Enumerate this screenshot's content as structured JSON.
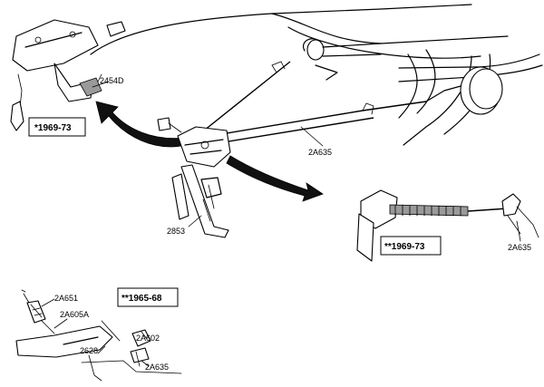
{
  "labels": {
    "part_2454D": "2454D",
    "part_2A635_main": "2A635",
    "part_2853": "2853",
    "part_2A635_right": "2A635",
    "part_2A651": "2A651",
    "part_2A605A": "2A605A",
    "part_2628": "2628",
    "part_2A602": "2A602",
    "part_2A635_bottom": "2A635"
  },
  "callouts": {
    "years_1969_73_single": "*1969-73",
    "years_1969_73_double": "**1969-73",
    "years_1965_68_double": "**1965-68"
  }
}
